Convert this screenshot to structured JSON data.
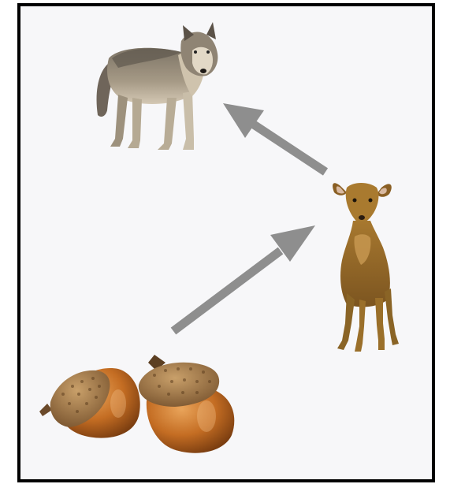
{
  "diagram": {
    "type": "food-chain",
    "nodes": [
      {
        "id": "acorns",
        "icon": "acorns-illustration"
      },
      {
        "id": "deer",
        "icon": "deer-illustration"
      },
      {
        "id": "wolf",
        "icon": "wolf-illustration"
      }
    ],
    "edges": [
      {
        "from": "acorns",
        "to": "deer"
      },
      {
        "from": "deer",
        "to": "wolf"
      }
    ],
    "colors": {
      "frame_border": "#000000",
      "background": "#f7f7f9",
      "arrow": "#8e8e8e"
    }
  }
}
